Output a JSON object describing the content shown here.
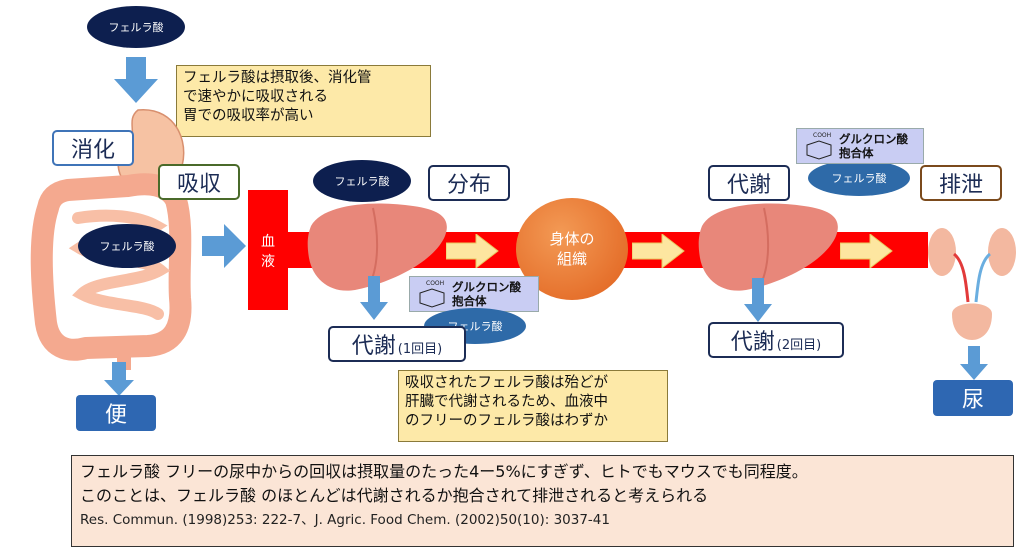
{
  "ferulic_acid": "フェルラ酸",
  "note_top": [
    "フェルラ酸は摂取後、消化管",
    "で速やかに吸収される",
    "胃での吸収率が高い"
  ],
  "stage_labels": {
    "digestion": "消化",
    "absorption": "吸収",
    "distribution": "分布",
    "metabolism": "代謝",
    "excretion": "排泄"
  },
  "blood": [
    "血",
    "液"
  ],
  "body_tissue": [
    "身体の",
    "組織"
  ],
  "metabolism_1": {
    "main": "代謝",
    "sub": "(1回目)"
  },
  "metabolism_2": {
    "main": "代謝",
    "sub": "(2回目)"
  },
  "glucuronide": {
    "line1": "グルクロン酸",
    "line2": "抱合体",
    "cooh": "COOH"
  },
  "stool": "便",
  "urine": "尿",
  "note_mid": [
    "吸収されたフェルラ酸は殆どが",
    "肝臓で代謝されるため、血液中",
    "のフリーのフェルラ酸はわずか"
  ],
  "bottom": {
    "line1": "フェルラ酸 フリーの尿中からの回収は摂取量のたった4ー5%にすぎず、ヒトでもマウスでも同程度。",
    "line2": "このことは、フェルラ酸 のほとんどは代謝されるか抱合されて排泄されると考えられる",
    "reference": "Res. Commun. (1998)253: 222-7、J. Agric. Food Chem. (2002)50(10): 3037-41"
  },
  "colors": {
    "blood_red": "#ff0000",
    "arrow_blue": "#5b9bd5",
    "arrow_yellow": "#fde6a0",
    "navy": "#0d1f4f",
    "tissue_orange": "#e8762c",
    "note_yellow": "#fde9a8",
    "bottom_pink": "#fbe5d6"
  }
}
